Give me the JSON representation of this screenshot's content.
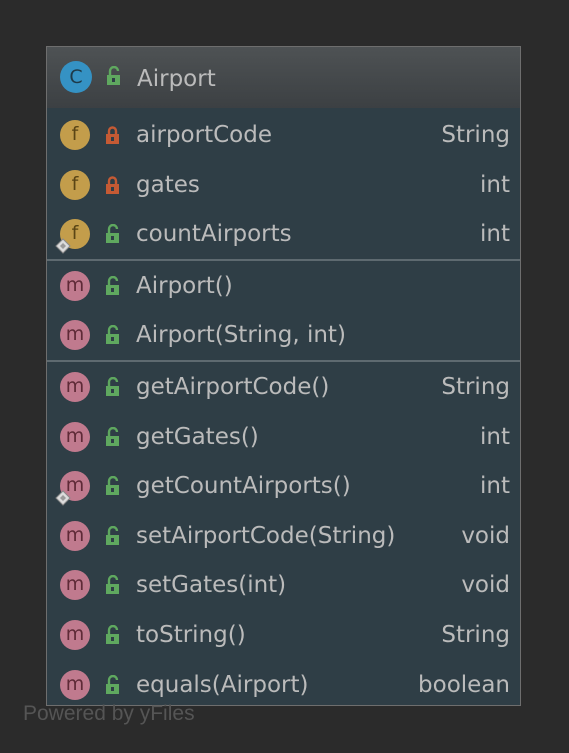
{
  "class": {
    "badge": "C",
    "name": "Airport",
    "visibility_icon": "unlock-icon",
    "colors": {
      "class_badge": "#3592c4",
      "field_badge": "#c39d4b",
      "method_badge": "#c07a8e",
      "public_icon": "#5fa85f",
      "private_icon": "#c55a34"
    }
  },
  "fields": [
    {
      "badge": "f",
      "visibility": "private",
      "icon": "lock-icon",
      "name": "airportCode",
      "type": "String",
      "static": false
    },
    {
      "badge": "f",
      "visibility": "private",
      "icon": "lock-icon",
      "name": "gates",
      "type": "int",
      "static": false
    },
    {
      "badge": "f",
      "visibility": "public",
      "icon": "unlock-icon",
      "name": "countAirports",
      "type": "int",
      "static": true
    }
  ],
  "constructors": [
    {
      "badge": "m",
      "visibility": "public",
      "icon": "unlock-icon",
      "name": "Airport()",
      "type": ""
    },
    {
      "badge": "m",
      "visibility": "public",
      "icon": "unlock-icon",
      "name": "Airport(String, int)",
      "type": ""
    }
  ],
  "methods": [
    {
      "badge": "m",
      "visibility": "public",
      "icon": "unlock-icon",
      "name": "getAirportCode()",
      "type": "String",
      "static": false
    },
    {
      "badge": "m",
      "visibility": "public",
      "icon": "unlock-icon",
      "name": "getGates()",
      "type": "int",
      "static": false
    },
    {
      "badge": "m",
      "visibility": "public",
      "icon": "unlock-icon",
      "name": "getCountAirports()",
      "type": "int",
      "static": true
    },
    {
      "badge": "m",
      "visibility": "public",
      "icon": "unlock-icon",
      "name": "setAirportCode(String)",
      "type": "void",
      "static": false
    },
    {
      "badge": "m",
      "visibility": "public",
      "icon": "unlock-icon",
      "name": "setGates(int)",
      "type": "void",
      "static": false
    },
    {
      "badge": "m",
      "visibility": "public",
      "icon": "unlock-icon",
      "name": "toString()",
      "type": "String",
      "static": false
    },
    {
      "badge": "m",
      "visibility": "public",
      "icon": "unlock-icon",
      "name": "equals(Airport)",
      "type": "boolean",
      "static": false
    }
  ],
  "footer": "Powered by yFiles"
}
